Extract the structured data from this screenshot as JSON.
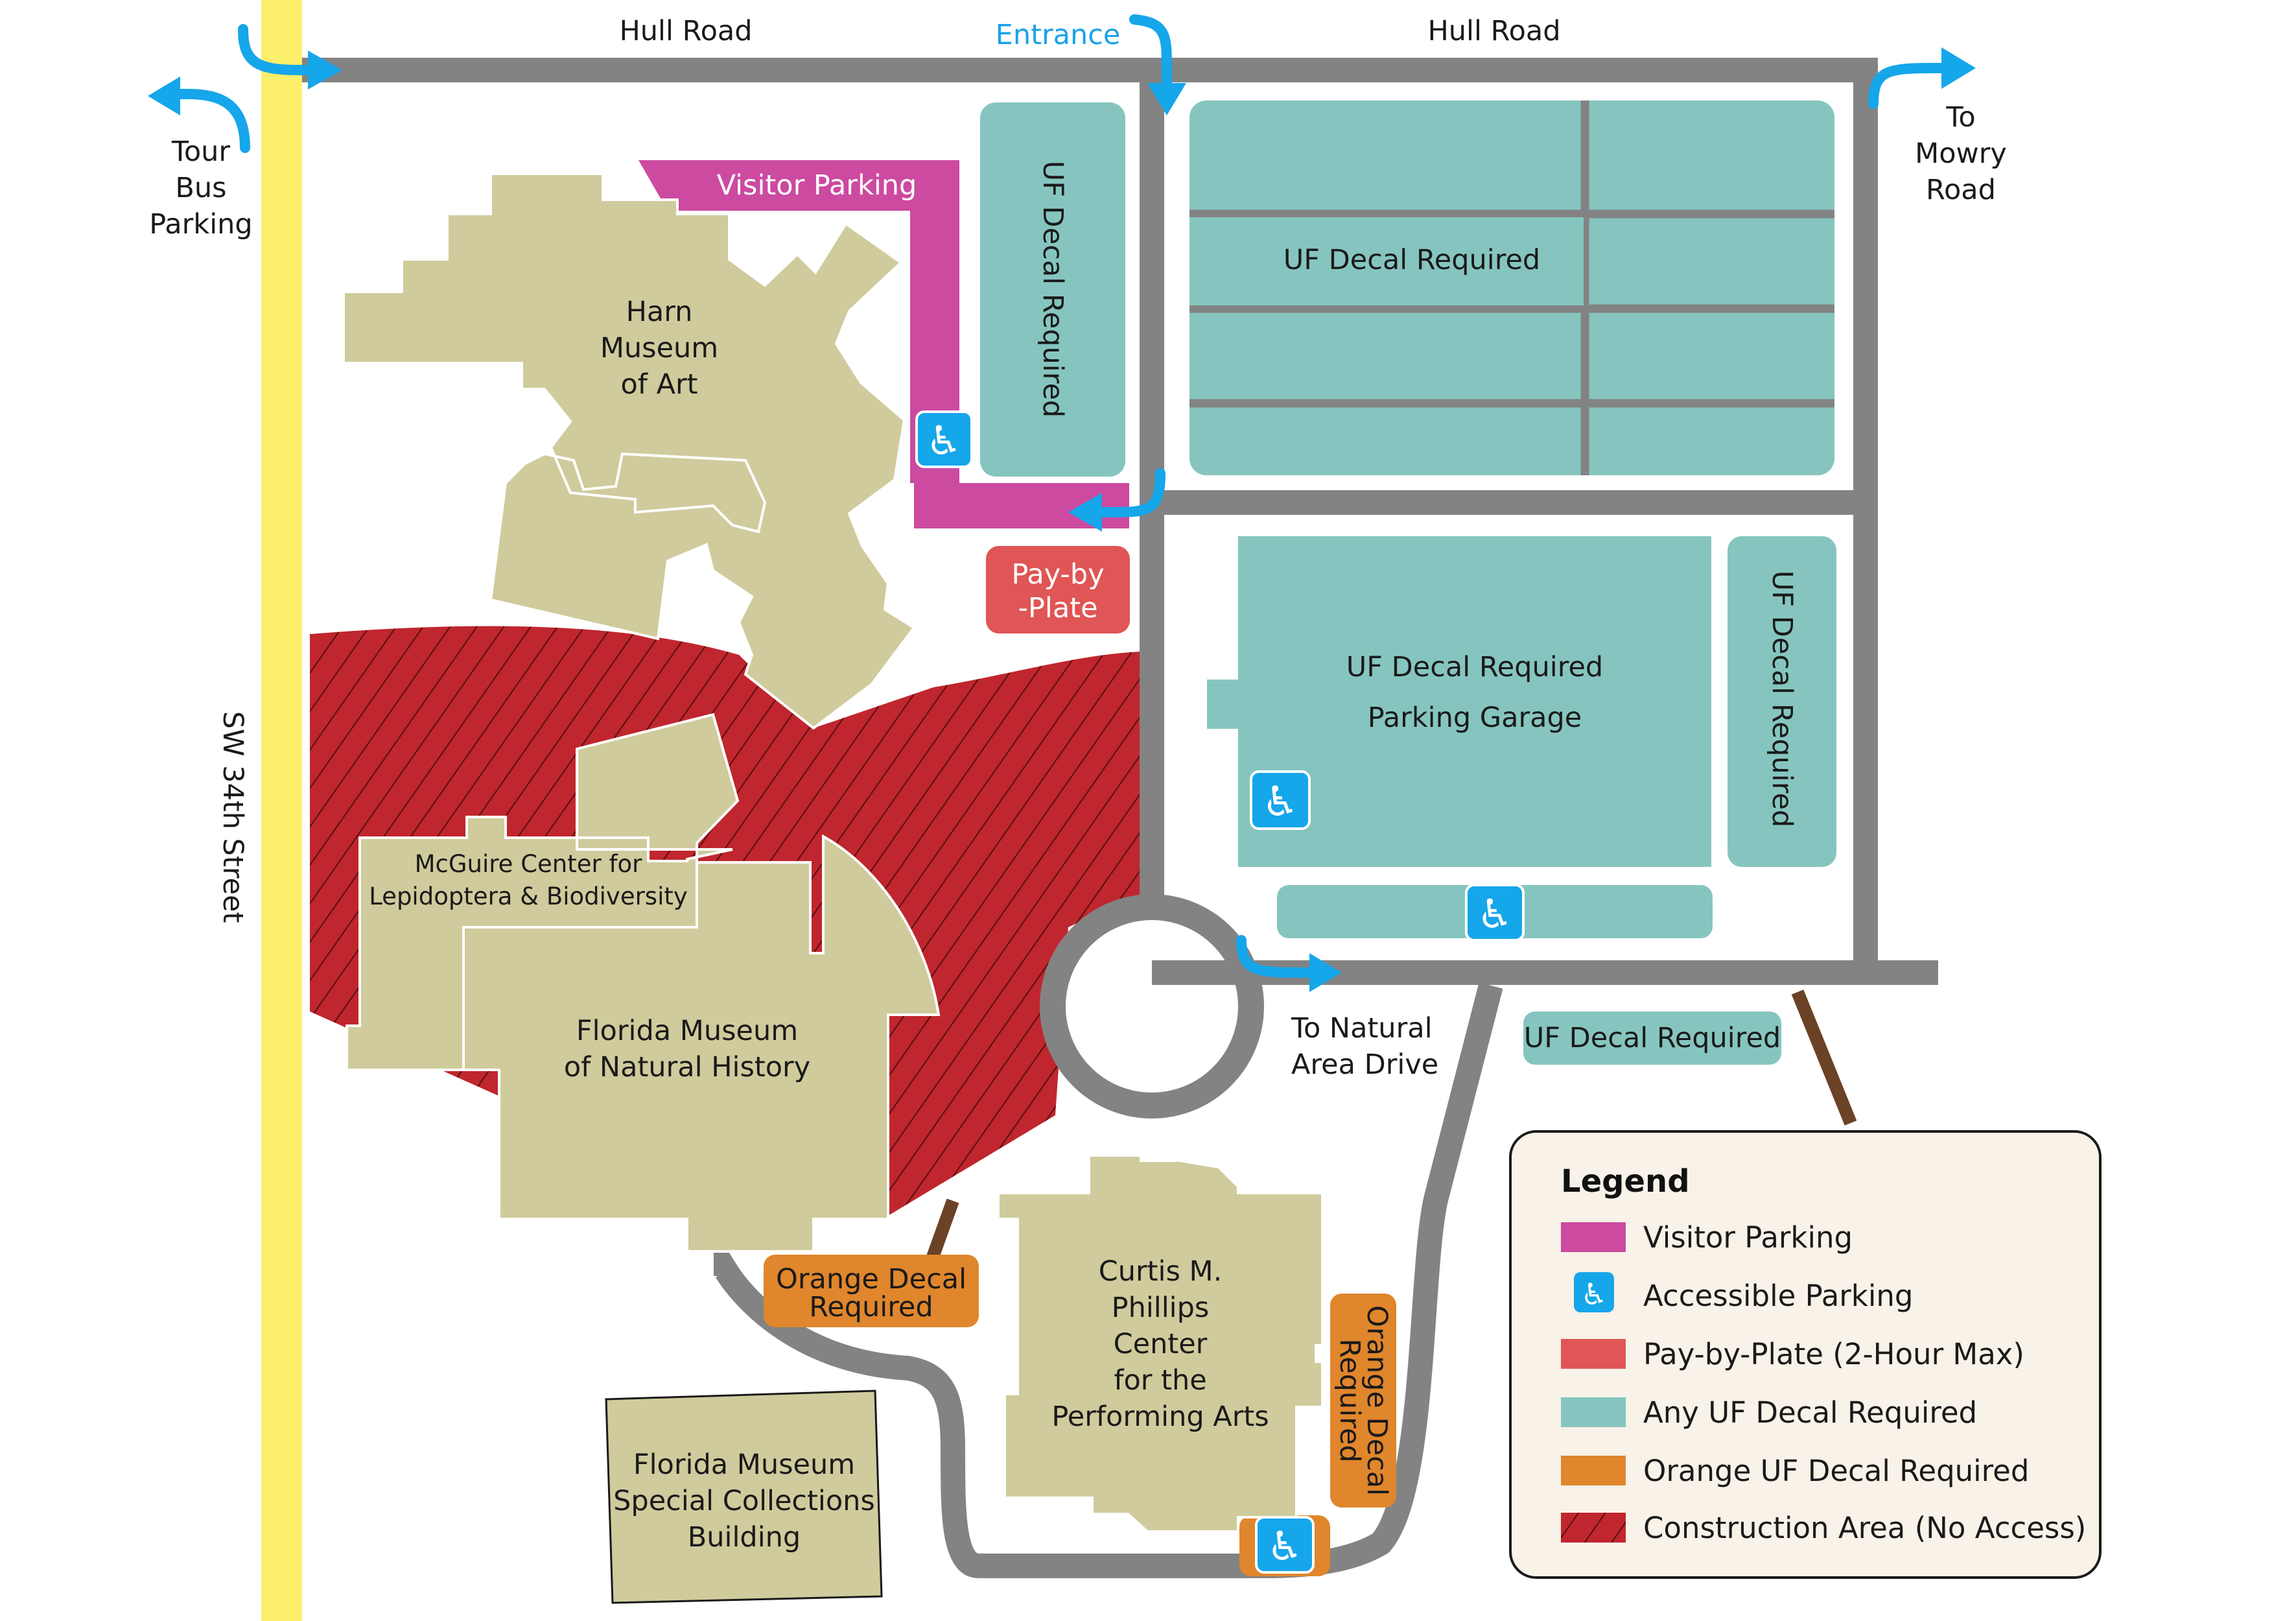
{
  "roads": {
    "hull_road_west": "Hull Road",
    "hull_road_east": "Hull Road",
    "entrance": "Entrance",
    "sw34": "SW 34th Street"
  },
  "directions": {
    "tour_bus": [
      "Tour",
      "Bus",
      "Parking"
    ],
    "mowry": [
      "To",
      "Mowry",
      "Road"
    ],
    "natural_area": [
      "To Natural",
      "Area Drive"
    ]
  },
  "lots": {
    "visitor_parking": "Visitor Parking",
    "uf_decal_vertical_1": "UF Decal Required",
    "uf_decal_grid": "UF Decal Required",
    "pay_by_plate": [
      "Pay-by",
      "-Plate"
    ],
    "garage_line1": "UF Decal Required",
    "garage_line2": "Parking Garage",
    "uf_decal_vertical_2": "UF Decal Required",
    "uf_decal_small": "UF Decal Required",
    "orange_decal_horizontal": [
      "Orange Decal",
      "Required"
    ],
    "orange_decal_vertical": [
      "Orange Decal",
      "Required"
    ]
  },
  "buildings": {
    "harn": [
      "Harn",
      "Museum",
      "of Art"
    ],
    "mcguire": [
      "McGuire Center for",
      "Lepidoptera & Biodiversity"
    ],
    "flmnh": [
      "Florida Museum",
      "of Natural History"
    ],
    "phillips": [
      "Curtis M.",
      "Phillips",
      "Center",
      "for the",
      "Performing Arts"
    ],
    "special_collections": [
      "Florida Museum",
      "Special Collections",
      "Building"
    ]
  },
  "legend": {
    "title": "Legend",
    "items": [
      {
        "label": "Visitor Parking",
        "type": "swatch",
        "color": "#cc4aa0"
      },
      {
        "label": "Accessible Parking",
        "type": "icon",
        "color": "#16a6ea"
      },
      {
        "label": "Pay-by-Plate (2-Hour Max)",
        "type": "swatch",
        "color": "#e05555"
      },
      {
        "label": "Any UF Decal Required",
        "type": "swatch",
        "color": "#86c5bf"
      },
      {
        "label": "Orange UF Decal Required",
        "type": "swatch",
        "color": "#e0862c"
      },
      {
        "label": "Construction Area (No Access)",
        "type": "hatch",
        "color": "#c0262d"
      }
    ]
  },
  "colors": {
    "road": "#838383",
    "building": "#cfcb9c",
    "uf_decal": "#86c5bf",
    "visitor": "#cc4aa0",
    "pay_by_plate": "#e05555",
    "orange": "#e0862c",
    "construction": "#c0262d",
    "arrow": "#16a6ea",
    "sw34": "#fbef6b",
    "path_brown": "#6b4226",
    "legend_bg": "#f8f2e8"
  }
}
